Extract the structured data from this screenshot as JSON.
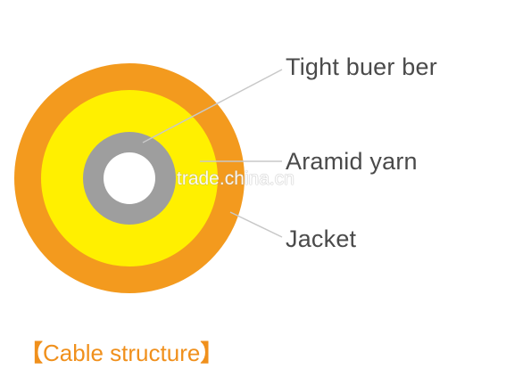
{
  "labels": {
    "tight_buffer": "Tight buer ber",
    "aramid_yarn": "Aramid yarn",
    "jacket": "Jacket"
  },
  "caption": {
    "open_bracket": "【",
    "text": "Cable structure",
    "close_bracket": "】"
  },
  "watermark": "trade.china.cn",
  "colors": {
    "jacket": "#f39a1e",
    "aramid_yarn": "#fff000",
    "tight_buffer": "#9e9e9e",
    "fiber_core": "#ffffff",
    "caption": "#f0901c",
    "leader_line": "#c8c8c8",
    "label_text": "#4a4a4a"
  }
}
